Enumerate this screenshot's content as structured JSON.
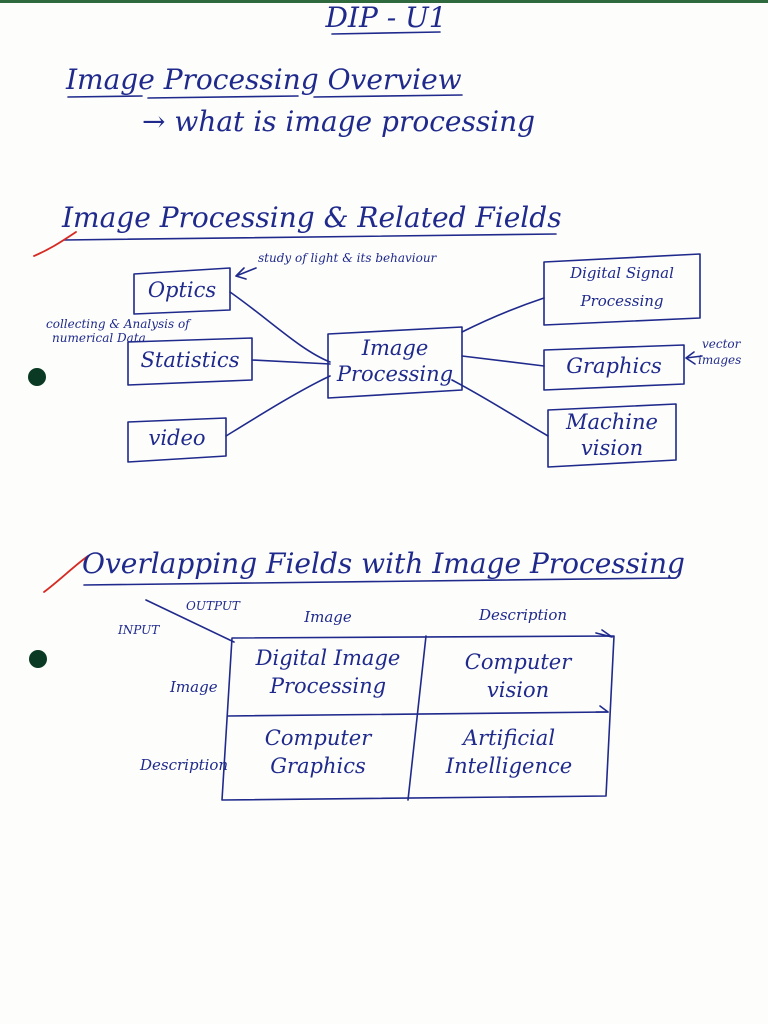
{
  "title": "DIP - U1",
  "overview": {
    "heading": "Image Processing Overview",
    "item": "→ what is image processing"
  },
  "related": {
    "heading": "Image Processing & Related Fields",
    "center": {
      "line1": "Image",
      "line2": "Processing"
    },
    "left": [
      {
        "label": "Optics",
        "note": "study of light & its behaviour"
      },
      {
        "label": "Statistics",
        "note_line1": "collecting & Analysis of",
        "note_line2": "numerical Data"
      },
      {
        "label": "video"
      }
    ],
    "right": [
      {
        "line1": "Digital Signal",
        "line2": "Processing"
      },
      {
        "label": "Graphics",
        "note_line1": "vector",
        "note_line2": "images"
      },
      {
        "line1": "Machine",
        "line2": "vision"
      }
    ]
  },
  "overlap": {
    "heading": "Overlapping Fields with Image Processing",
    "axis_input": "INPUT",
    "axis_output": "OUTPUT",
    "col_headers": [
      "Image",
      "Description"
    ],
    "row_headers": [
      "Image",
      "Description"
    ],
    "cells": [
      {
        "line1": "Digital Image",
        "line2": "Processing"
      },
      {
        "line1": "Computer",
        "line2": "vision"
      },
      {
        "line1": "Computer",
        "line2": "Graphics"
      },
      {
        "line1": "Artificial",
        "line2": "Intelligence"
      }
    ]
  },
  "colors": {
    "ink": "#1f2a8c",
    "correction": "#d62a22",
    "hole_punch": "#0b3a24",
    "page_top": "#2f6a3e"
  }
}
